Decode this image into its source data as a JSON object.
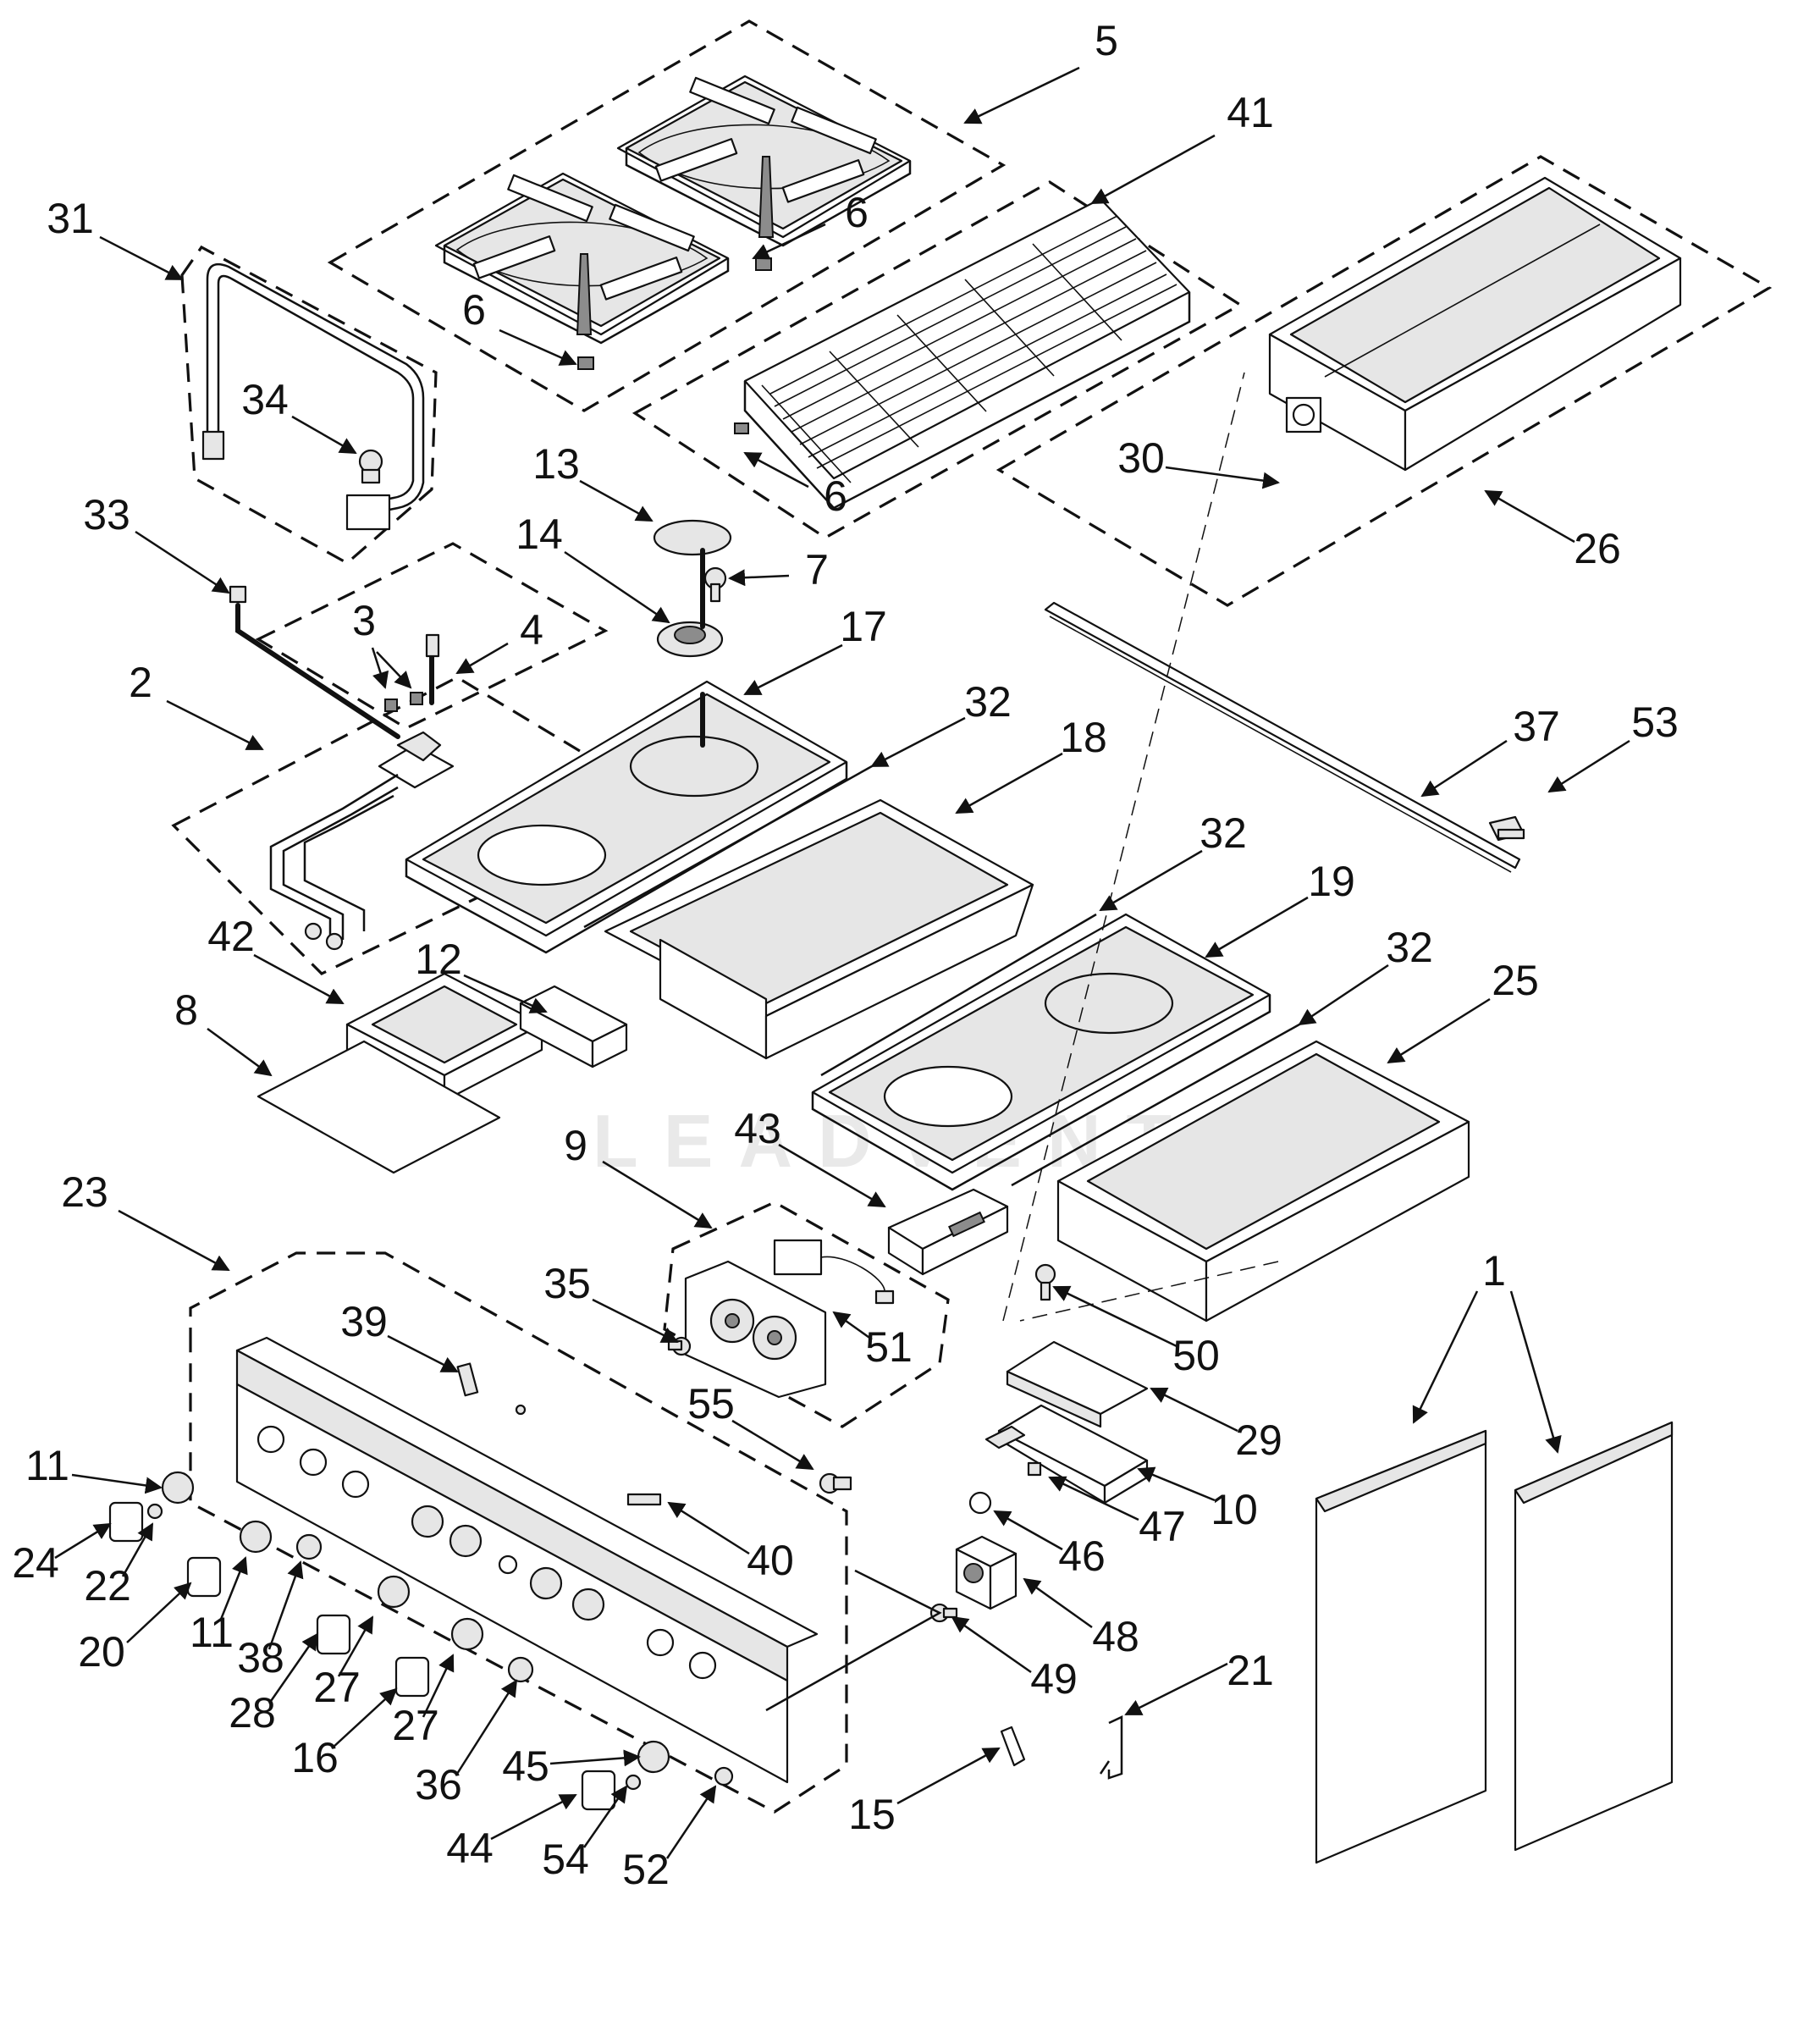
{
  "diagram": {
    "watermark": "LEADVENTURE",
    "parts": [
      {
        "id": "5",
        "label": "5"
      },
      {
        "id": "41",
        "label": "41"
      },
      {
        "id": "31",
        "label": "31"
      },
      {
        "id": "6a",
        "label": "6"
      },
      {
        "id": "6b",
        "label": "6"
      },
      {
        "id": "6c",
        "label": "6"
      },
      {
        "id": "34",
        "label": "34"
      },
      {
        "id": "30",
        "label": "30"
      },
      {
        "id": "26",
        "label": "26"
      },
      {
        "id": "13",
        "label": "13"
      },
      {
        "id": "33",
        "label": "33"
      },
      {
        "id": "7",
        "label": "7"
      },
      {
        "id": "14",
        "label": "14"
      },
      {
        "id": "3",
        "label": "3"
      },
      {
        "id": "4",
        "label": "4"
      },
      {
        "id": "17",
        "label": "17"
      },
      {
        "id": "2",
        "label": "2"
      },
      {
        "id": "32a",
        "label": "32"
      },
      {
        "id": "18",
        "label": "18"
      },
      {
        "id": "37",
        "label": "37"
      },
      {
        "id": "53",
        "label": "53"
      },
      {
        "id": "32b",
        "label": "32"
      },
      {
        "id": "19",
        "label": "19"
      },
      {
        "id": "42",
        "label": "42"
      },
      {
        "id": "12",
        "label": "12"
      },
      {
        "id": "32c",
        "label": "32"
      },
      {
        "id": "25",
        "label": "25"
      },
      {
        "id": "8",
        "label": "8"
      },
      {
        "id": "43",
        "label": "43"
      },
      {
        "id": "9",
        "label": "9"
      },
      {
        "id": "23",
        "label": "23"
      },
      {
        "id": "1",
        "label": "1"
      },
      {
        "id": "35",
        "label": "35"
      },
      {
        "id": "50",
        "label": "50"
      },
      {
        "id": "39",
        "label": "39"
      },
      {
        "id": "51",
        "label": "51"
      },
      {
        "id": "55",
        "label": "55"
      },
      {
        "id": "29",
        "label": "29"
      },
      {
        "id": "11a",
        "label": "11"
      },
      {
        "id": "10",
        "label": "10"
      },
      {
        "id": "47",
        "label": "47"
      },
      {
        "id": "24",
        "label": "24"
      },
      {
        "id": "40",
        "label": "40"
      },
      {
        "id": "46",
        "label": "46"
      },
      {
        "id": "22",
        "label": "22"
      },
      {
        "id": "20",
        "label": "20"
      },
      {
        "id": "11b",
        "label": "11"
      },
      {
        "id": "48",
        "label": "48"
      },
      {
        "id": "38",
        "label": "38"
      },
      {
        "id": "49",
        "label": "49"
      },
      {
        "id": "28",
        "label": "28"
      },
      {
        "id": "27a",
        "label": "27"
      },
      {
        "id": "21",
        "label": "21"
      },
      {
        "id": "16",
        "label": "16"
      },
      {
        "id": "27b",
        "label": "27"
      },
      {
        "id": "36",
        "label": "36"
      },
      {
        "id": "45",
        "label": "45"
      },
      {
        "id": "15",
        "label": "15"
      },
      {
        "id": "44",
        "label": "44"
      },
      {
        "id": "54",
        "label": "54"
      },
      {
        "id": "52",
        "label": "52"
      }
    ]
  }
}
